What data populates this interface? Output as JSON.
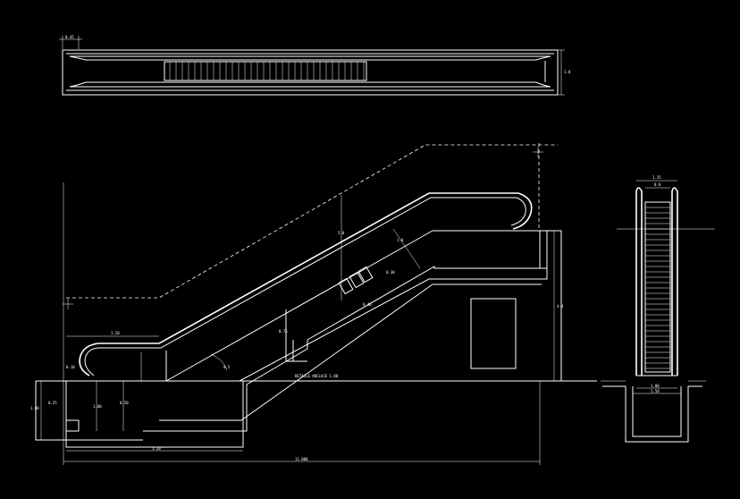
{
  "colors": {
    "background": "#000000",
    "line": "#ffffff"
  },
  "plan_view": {
    "dim_width_label": "0.45",
    "dim_side_label": "1.0"
  },
  "side_view": {
    "length_upper_label": "1.20",
    "radius_lower_label": "0.10",
    "height_rise_label": "5.0",
    "truss_depth_label": "1.0",
    "step_label_1": "0.30",
    "step_label_2": "0.40",
    "height_right_label": "4.4",
    "incline_label": "0.5",
    "dim_left_1": "1.80",
    "dim_left_2": "0.25",
    "dim_left_3": "1.00",
    "dim_left_4": "0.50",
    "dim_pit_label": "0.75",
    "note_label": "DETALLE ANCLAJE 1.00",
    "bottom_length_label": "1.20",
    "overall_length_label": "11.000"
  },
  "section_view": {
    "top_width_label": "1.25",
    "top_inner_label": "0.8",
    "bottom_width_1": "1.00",
    "bottom_width_2": "1.50"
  }
}
